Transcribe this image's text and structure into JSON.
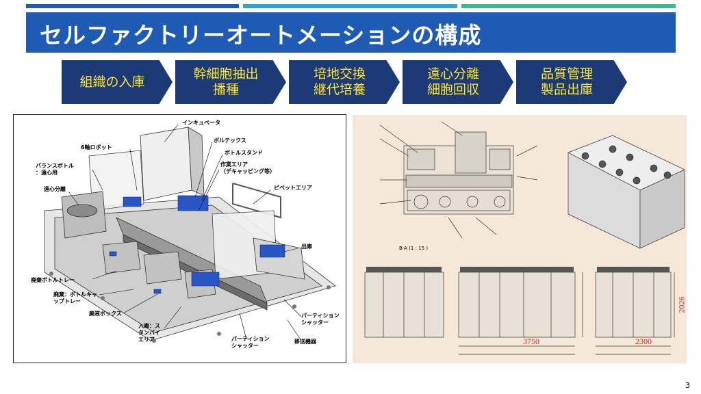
{
  "header": {
    "title": "セルファクトリーオートメーションの構成",
    "accent_colors": [
      "#1f5bb5",
      "#2ea3d6",
      "#37b98a"
    ]
  },
  "process_steps": [
    {
      "label": "組織の入庫"
    },
    {
      "label": "幹細胞抽出\n播種"
    },
    {
      "label": "培地交換\n継代培養"
    },
    {
      "label": "遠心分離\n細胞回収"
    },
    {
      "label": "品質管理\n製品出庫"
    }
  ],
  "left_diagram": {
    "callouts": {
      "incubator": "インキュベータ",
      "robot": "6軸ロボット",
      "vortex": "ボルテックス",
      "bottle_stand": "ボトルスタンド",
      "work_area": "作業エリア\n（デキャッピング等）",
      "balance_bottle": "バランスボトル\n：遠心用",
      "centrifuge": "遠心分離",
      "pipette_area": "ピペットエリア",
      "shipping": "出庫",
      "waste_tray": "廃棄ボトルトレー",
      "waste_cap_tray": "廃棄：ボトルキャ\nップトレー",
      "waste_box": "廃液ボックス",
      "standby_area": "入庫：ス\nタンバイ\nエリア",
      "partition_shutter_1": "パーティション\nシャッター",
      "partition_shutter_2": "パーティション\nシャッター",
      "transport": "移送機器"
    }
  },
  "right_drawing": {
    "section_label": "B-A (1 : 15 )",
    "dimensions": {
      "height": "2026",
      "width_front": "3750",
      "width_side": "2300"
    }
  },
  "page_number": "3"
}
